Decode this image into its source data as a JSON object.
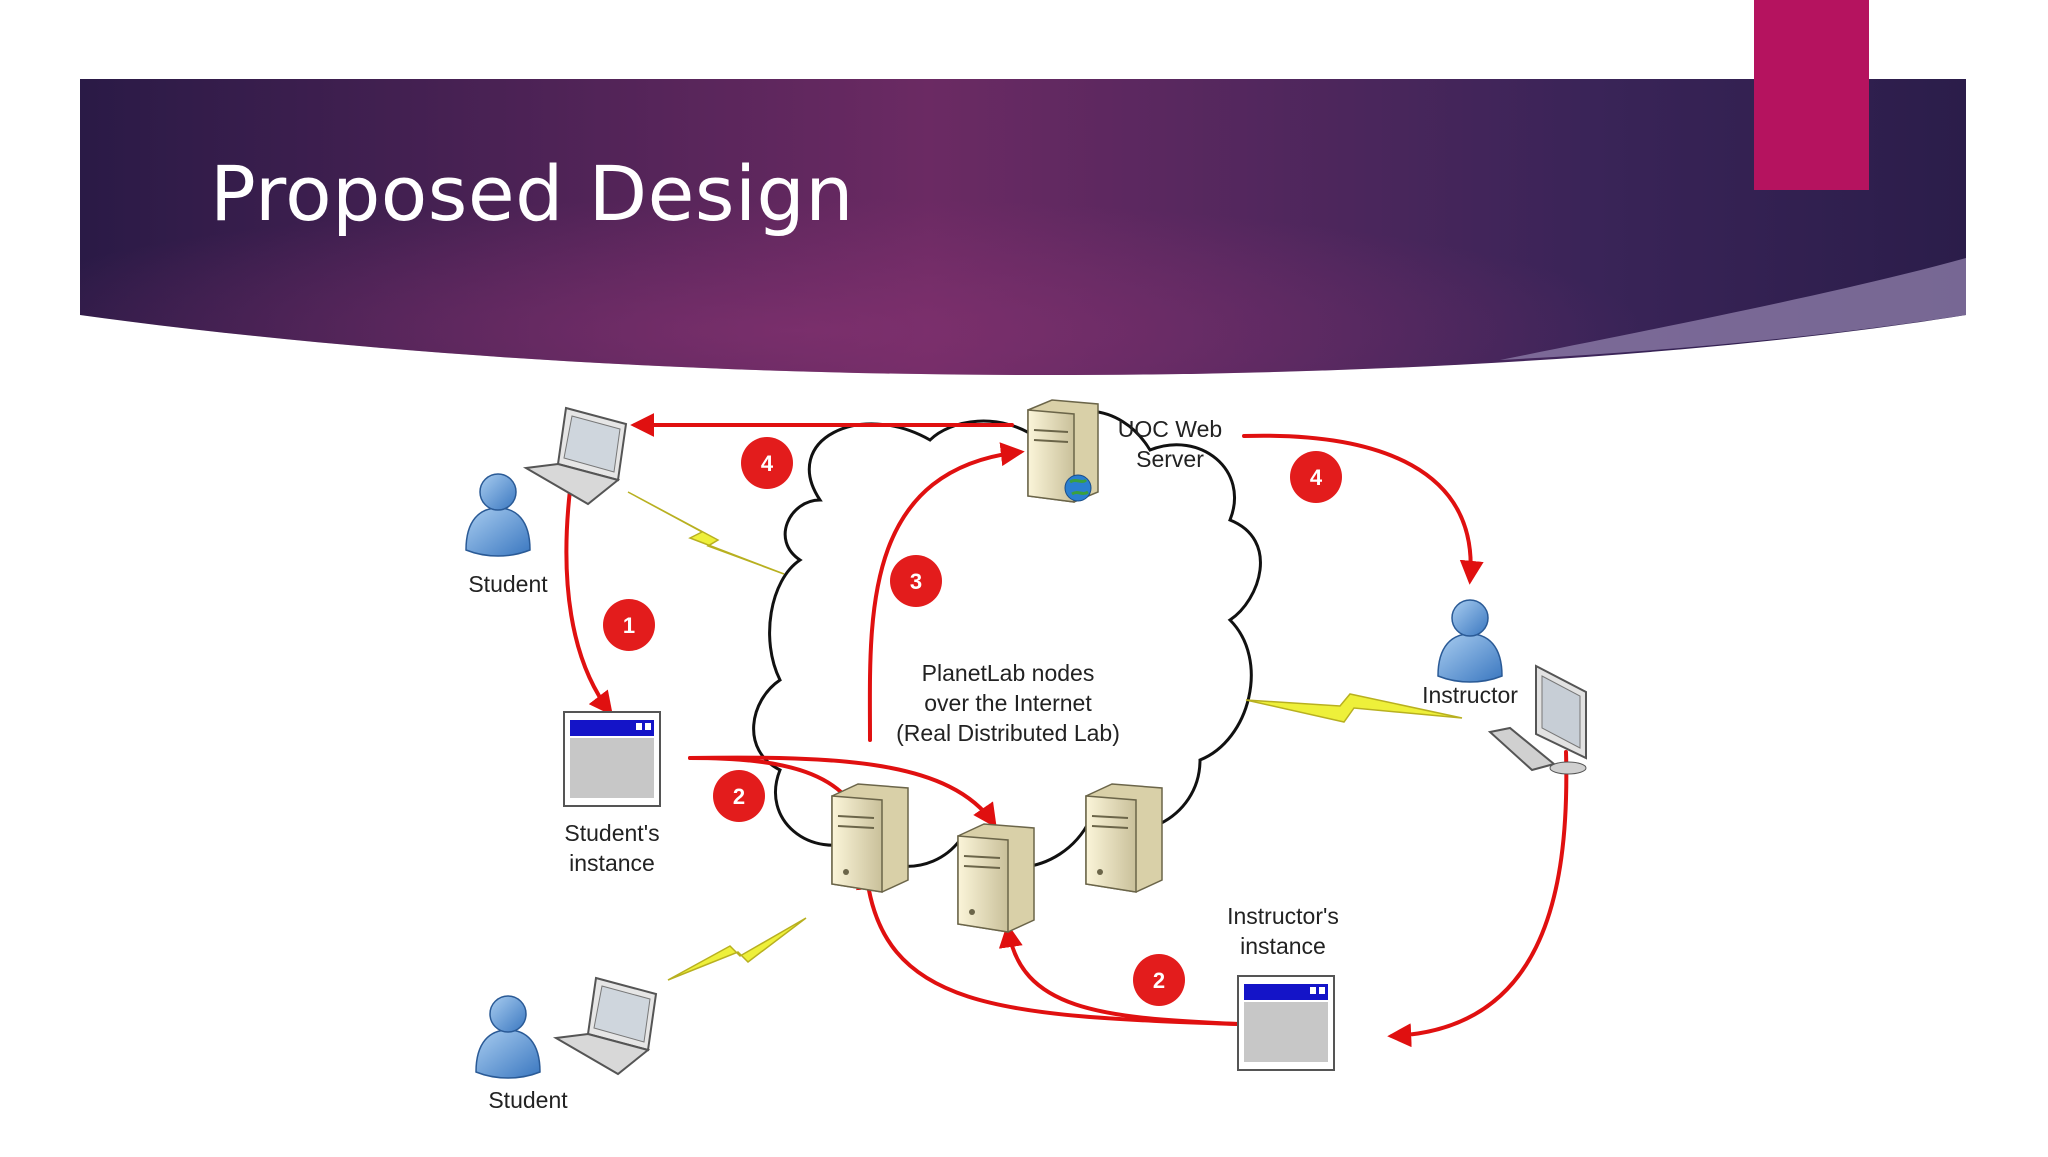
{
  "slide": {
    "title": "Proposed Design",
    "colors": {
      "banner_dark": "#2b1b47",
      "banner_mid": "#6a2a62",
      "accent": "#b5135f",
      "arrow": "#e01010",
      "badge": "#e31c1c",
      "lightning": "#eef03a"
    }
  },
  "diagram": {
    "nodes": {
      "uoc_server": "UOC Web\nServer",
      "student_top": "Student",
      "student_bottom": "Student",
      "instructor": "Instructor",
      "student_instance": "Student's\ninstance",
      "instructor_instance": "Instructor's\ninstance",
      "cloud": "PlanetLab nodes\nover the Internet\n(Real Distributed Lab)"
    },
    "steps": [
      "1",
      "2",
      "2",
      "3",
      "4",
      "4"
    ]
  }
}
